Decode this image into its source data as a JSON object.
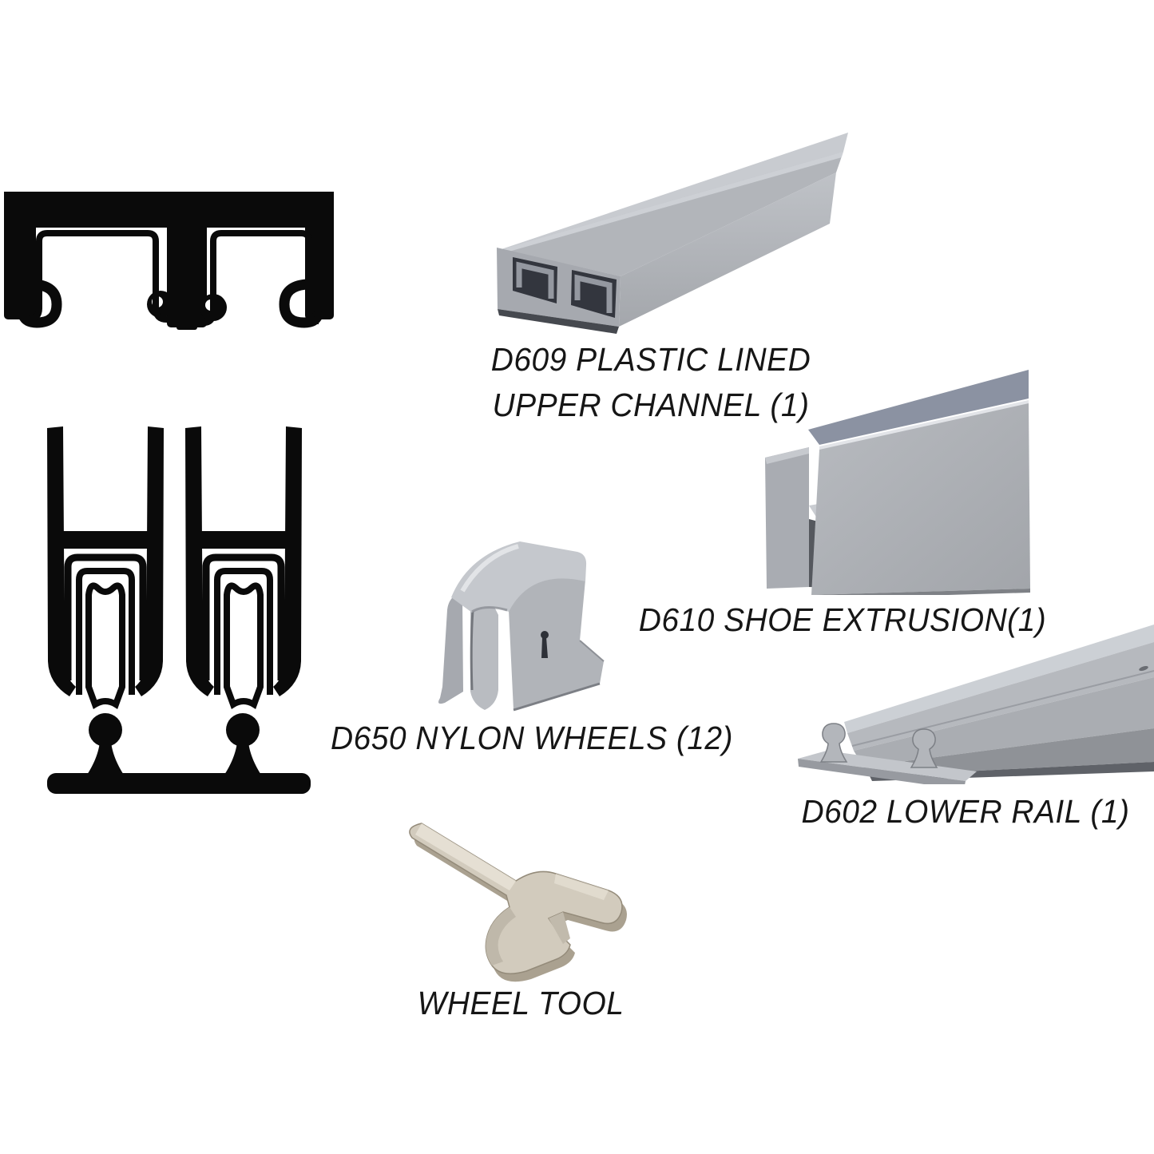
{
  "background": "#ffffff",
  "text_color": "#161616",
  "line_art_color": "#0a0a0a",
  "metal_gray": "#b2b5ba",
  "metal_gray_light": "#c8cbd0",
  "metal_gray_dark": "#8b92a2",
  "slot_dark": "#33363e",
  "tool_beige": "#d2cbbd",
  "labels": {
    "d609_line1": "D609 PLASTIC LINED",
    "d609_line2": "UPPER CHANNEL (1)",
    "d610": "D610 SHOE EXTRUSION(1)",
    "d650": "D650 NYLON WHEELS (12)",
    "d602": "D602 LOWER RAIL (1)",
    "wheel_tool": "WHEEL TOOL"
  },
  "illustrations": {
    "upper_channel_section": "upper-channel-cross-section-icon",
    "rollers_section": "rollers-in-rail-cross-section-icon",
    "upper_channel_render": "upper-channel-extrusion-icon",
    "shoe_extrusion_render": "h-shoe-extrusion-icon",
    "nylon_wheel_render": "nylon-wheel-assembly-icon",
    "lower_rail_render": "lower-rail-extrusion-icon",
    "wheel_tool_render": "open-end-wrench-icon"
  }
}
